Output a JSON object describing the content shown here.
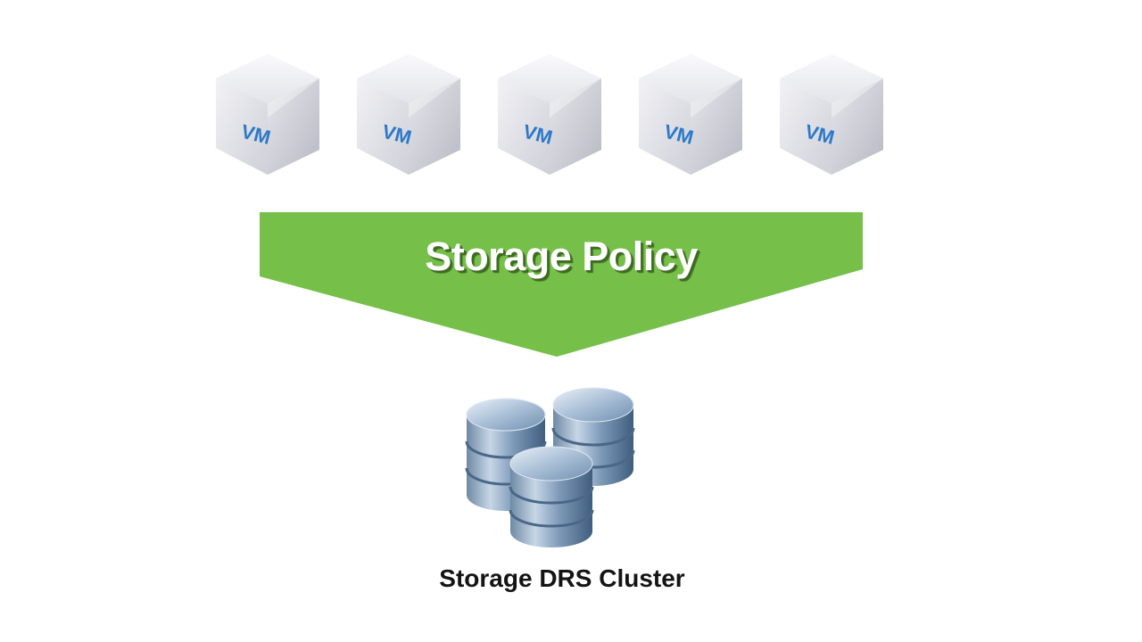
{
  "vms": [
    {
      "label": "VM"
    },
    {
      "label": "VM"
    },
    {
      "label": "VM"
    },
    {
      "label": "VM"
    },
    {
      "label": "VM"
    }
  ],
  "policy": {
    "label": "Storage Policy",
    "color": "#76c04a"
  },
  "cluster": {
    "label": "Storage DRS Cluster",
    "icon": "database-stack-icon"
  },
  "colors": {
    "vm_text": "#2d79c7",
    "background": "#ffffff"
  }
}
